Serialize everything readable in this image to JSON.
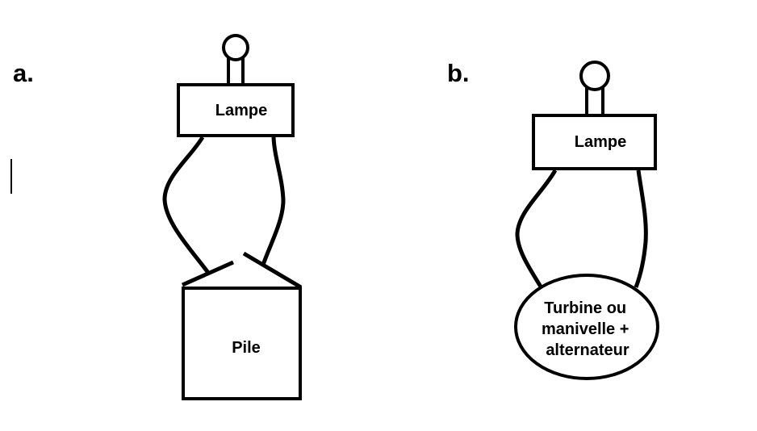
{
  "panel_a": {
    "label": "a.",
    "lamp_label": "Lampe",
    "source_label": "Pile"
  },
  "panel_b": {
    "label": "b.",
    "lamp_label": "Lampe",
    "source_label_lines": [
      "Turbine ou",
      "manivelle +",
      "alternateur"
    ]
  },
  "colors": {
    "stroke": "#000000",
    "background": "#ffffff"
  }
}
